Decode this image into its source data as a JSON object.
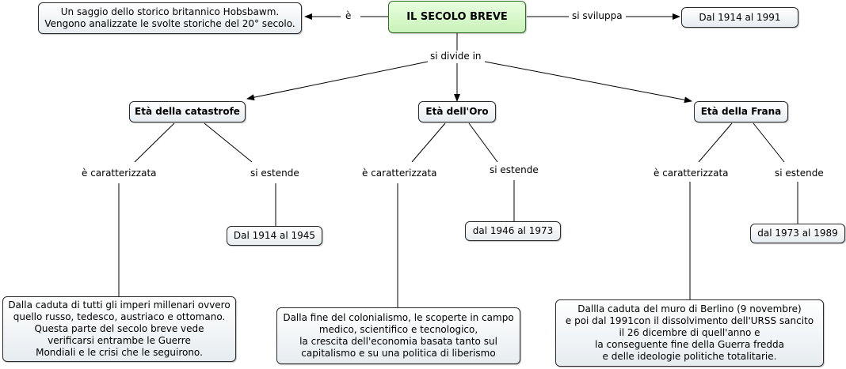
{
  "root": {
    "label": "IL SECOLO BREVE",
    "color": "#c9f2b8"
  },
  "definition": {
    "link": "è",
    "text": "Un saggio dello storico britannico Hobsbawm.\nVengono analizzate le svolte storiche del 20° secolo."
  },
  "span": {
    "link": "si sviluppa",
    "text": "Dal 1914 al 1991"
  },
  "divides_link": "si divide in",
  "eras": [
    {
      "title": "Età della catastrofe",
      "char_link": "è caratterizzata",
      "span_link": "si estende",
      "dates": "Dal 1914 al 1945",
      "description": "Dalla caduta di tutti gli imperi millenari ovvero\nquello russo, tedesco, austriaco e ottomano.\nQuesta parte del secolo breve vede\nverificarsi entrambe le Guerre\nMondiali e le crisi che le seguirono."
    },
    {
      "title": "Età dell'Oro",
      "char_link": "è caratterizzata",
      "span_link": "si estende",
      "dates": "dal 1946 al 1973",
      "description": "Dalla fine del colonialismo, le scoperte in campo\nmedico, scientifico e tecnologico,\nla crescita dell'economia basata tanto sul\ncapitalismo e su una politica di liberismo"
    },
    {
      "title": "Età della Frana",
      "char_link": "è caratterizzata",
      "span_link": "si estende",
      "dates": "dal 1973 al 1989",
      "description": "Dallla caduta del muro di Berlino (9 novembre)\ne poi dal 1991con il dissolvimento dell'URSS sancito\nil 26 dicembre di quell'anno e\nla conseguente fine della Guerra fredda\ne delle ideologie politiche totalitarie."
    }
  ]
}
